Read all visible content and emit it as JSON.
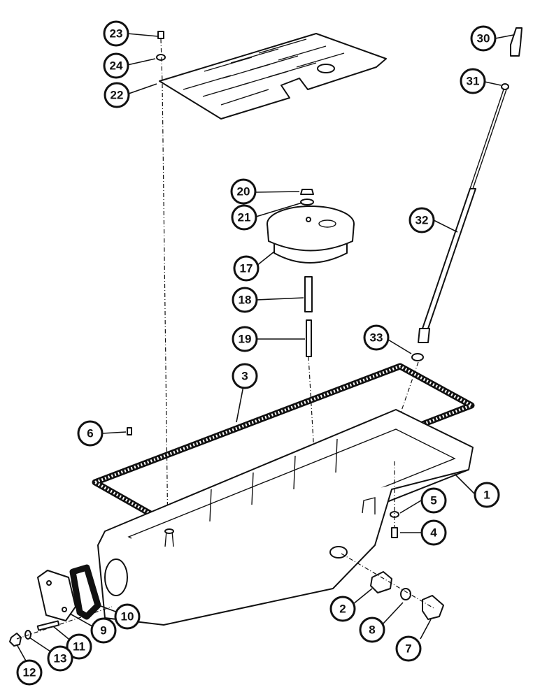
{
  "callouts": [
    "1",
    "2",
    "3",
    "4",
    "5",
    "6",
    "7",
    "8",
    "9",
    "10",
    "11",
    "12",
    "13",
    "17",
    "18",
    "19",
    "20",
    "21",
    "22",
    "23",
    "24",
    "30",
    "31",
    "32",
    "33"
  ],
  "colors": {
    "line": "#111111",
    "background": "#ffffff"
  }
}
